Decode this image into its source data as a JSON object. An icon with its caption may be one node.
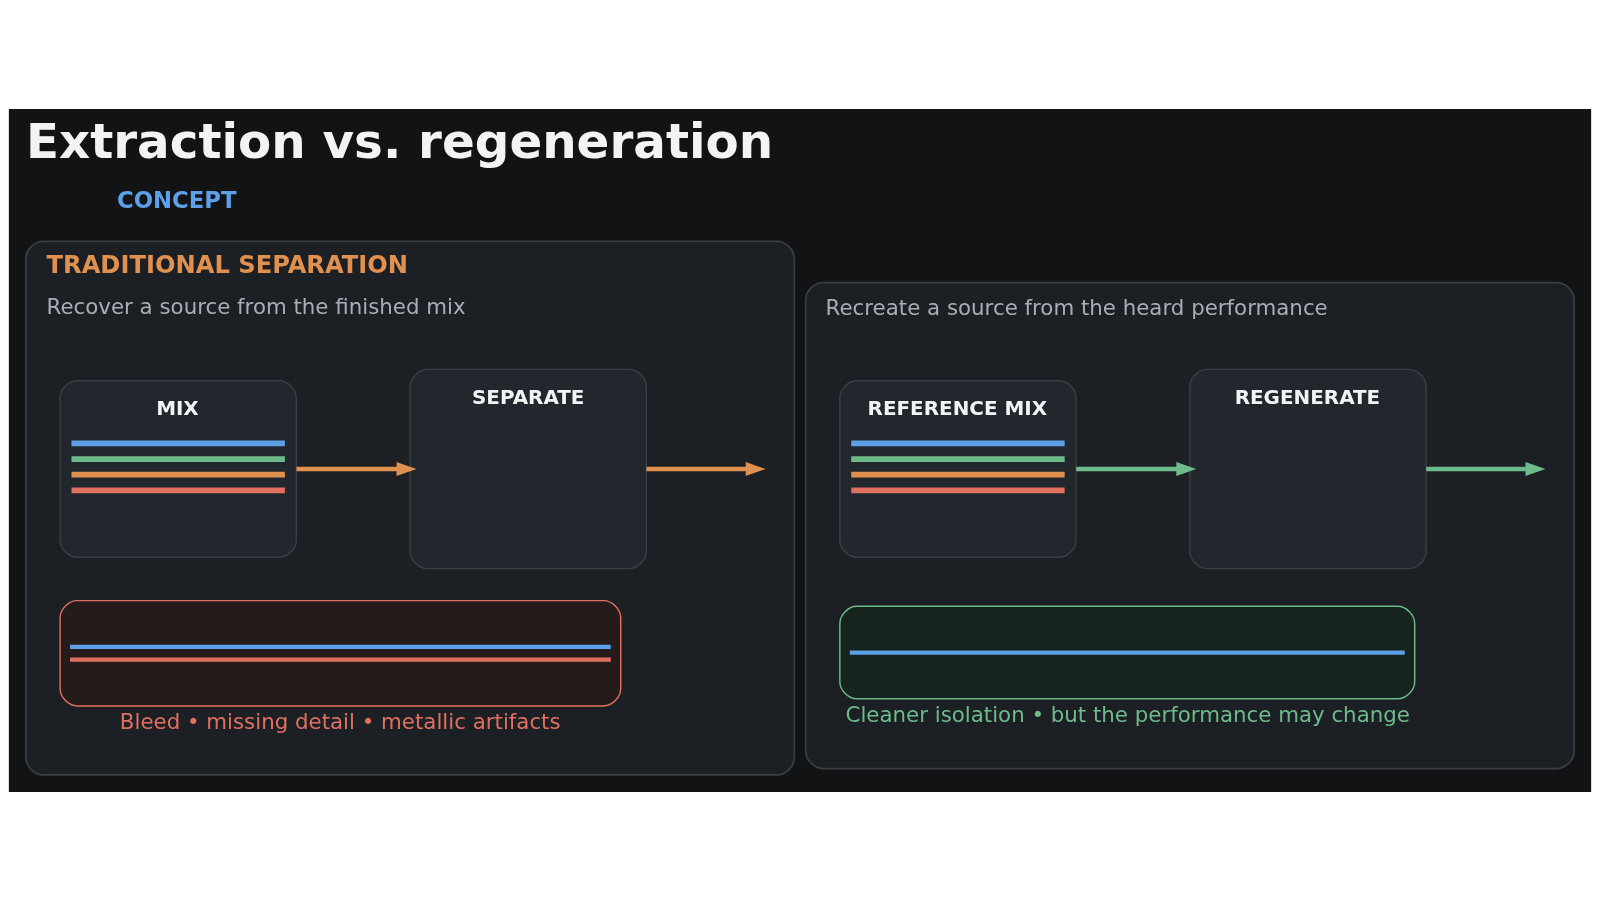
{
  "diagram": {
    "title": "Extraction vs. regeneration",
    "nodes": [
      {
        "text": [
          "TRADITIONAL SEPARATION",
          "Recover a source from the finished mix"
        ]
      },
      {
        "text": [
          "MIX"
        ],
        "in": 0
      },
      {
        "text": [
          "SEPARATE"
        ],
        "in": 0
      },
      {
        "text": [],
        "shape": "box",
        "in": 0,
        "beside": [
          "Bleed • missing detail • metallic artifacts"
        ]
      },
      {
        "text": [
          "Recreate a source from the heard performance"
        ]
      },
      {
        "text": [
          "REFERENCE MIX"
        ],
        "in": 4
      },
      {
        "text": [
          "REGENERATE"
        ],
        "in": 4
      },
      {
        "text": [],
        "shape": "box",
        "in": 4,
        "beside": [
          "Cleaner isolation • but the performance may change"
        ]
      }
    ],
    "edges": [
      {
        "from": 1,
        "to": 2,
        "arrow": "to",
        "color": "#e0904f"
      },
      {
        "from": 2,
        "to": null,
        "arrow": "to",
        "color": "#e0904f"
      },
      {
        "from": 5,
        "to": 6,
        "arrow": "to",
        "color": "#6dbb8a"
      },
      {
        "from": 6,
        "to": null,
        "arrow": "to",
        "color": "#6dbb8a"
      }
    ],
    "labels": [
      "CONCEPT"
    ]
  }
}
